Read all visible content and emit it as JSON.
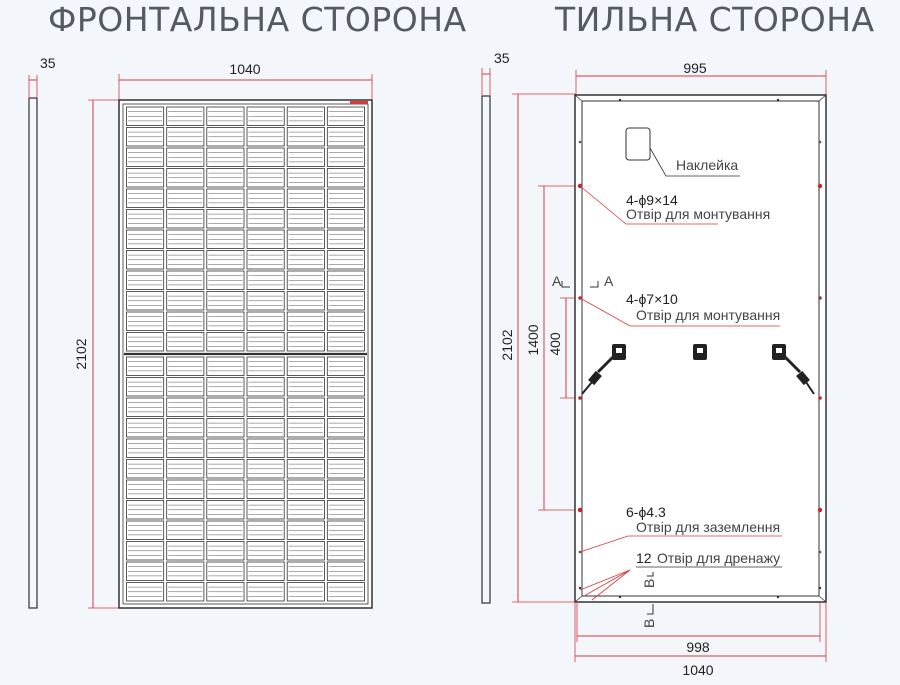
{
  "titles": {
    "front": "ФРОНТАЛЬНА СТОРОНА",
    "back": "ТИЛЬНА СТОРОНА"
  },
  "front": {
    "thickness": "35",
    "width": "1040",
    "height": "2102"
  },
  "back": {
    "thickness": "35",
    "top_width": "995",
    "height": "2102",
    "mount_spacing": "1400",
    "inner_spacing": "400",
    "bottom_inner_width": "998",
    "bottom_width": "1040",
    "section_a_left": "A",
    "section_a_right": "A",
    "section_b_left": "B",
    "section_b_right": "B"
  },
  "callouts": {
    "sticker": "Наклейка",
    "mount1_spec": "4-ϕ9×14",
    "mount1_label": "Отвір для монтування",
    "mount2_spec": "4-ϕ7×10",
    "mount2_label": "Отвір для монтування",
    "ground_spec": "6-ϕ4.3",
    "ground_label": "Отвір для заземлення",
    "drain_count": "12",
    "drain_label": "Отвір для дренажу"
  },
  "colors": {
    "dimension_line": "#d93a3a",
    "outline": "#333333",
    "hole": "#c0262a",
    "title": "#555a60"
  }
}
